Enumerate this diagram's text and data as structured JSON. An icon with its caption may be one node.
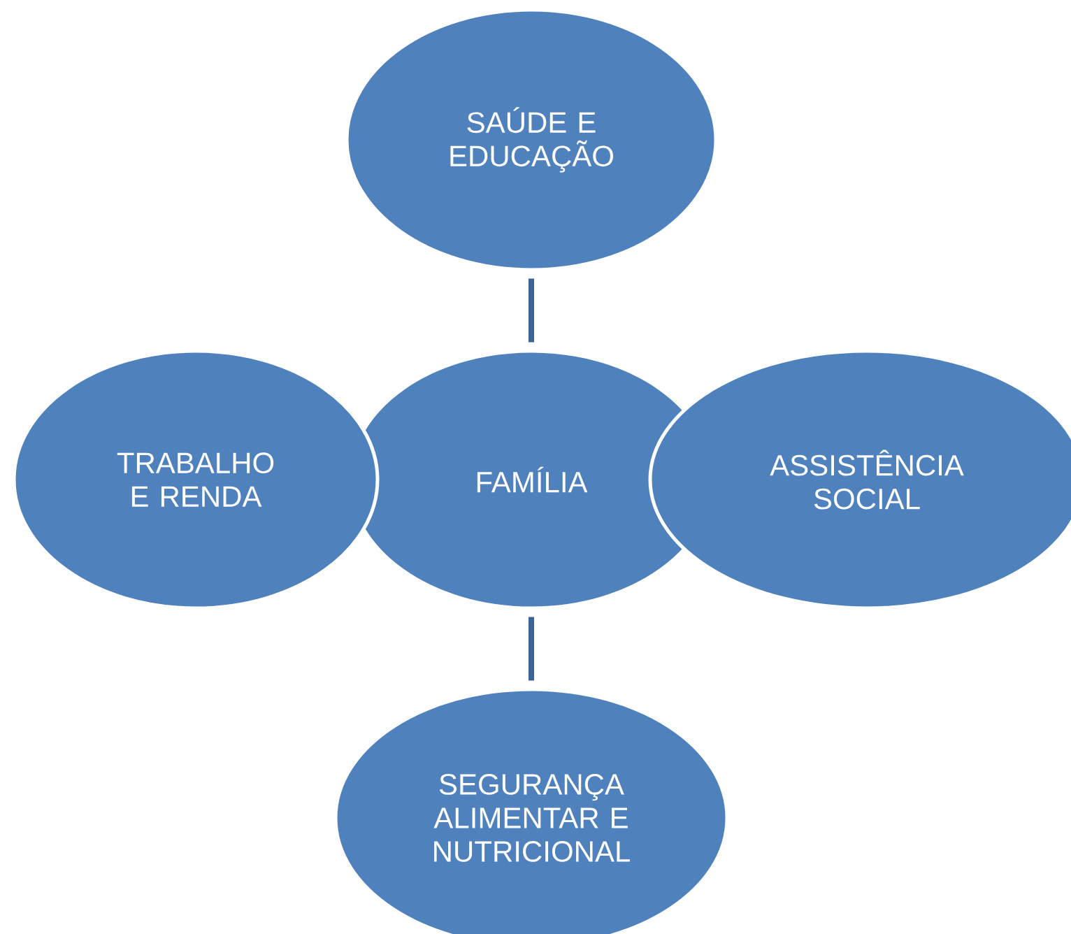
{
  "diagram": {
    "nodes": [
      {
        "text": [
          "SAÚDE E EDUCAÇÃO"
        ]
      },
      {
        "text": [
          "TRABALHO E RENDA"
        ]
      },
      {
        "text": [
          "FAMÍLIA"
        ]
      },
      {
        "text": [
          "ASSISTÊNCIA SOCIAL"
        ]
      },
      {
        "text": [
          "SEGURANÇA ALIMENTAR E NUTRICIONAL"
        ]
      }
    ],
    "edges": [
      {
        "from": 0,
        "to": 2,
        "arrow": "none"
      },
      {
        "from": 2,
        "to": 4,
        "arrow": "none"
      }
    ]
  }
}
